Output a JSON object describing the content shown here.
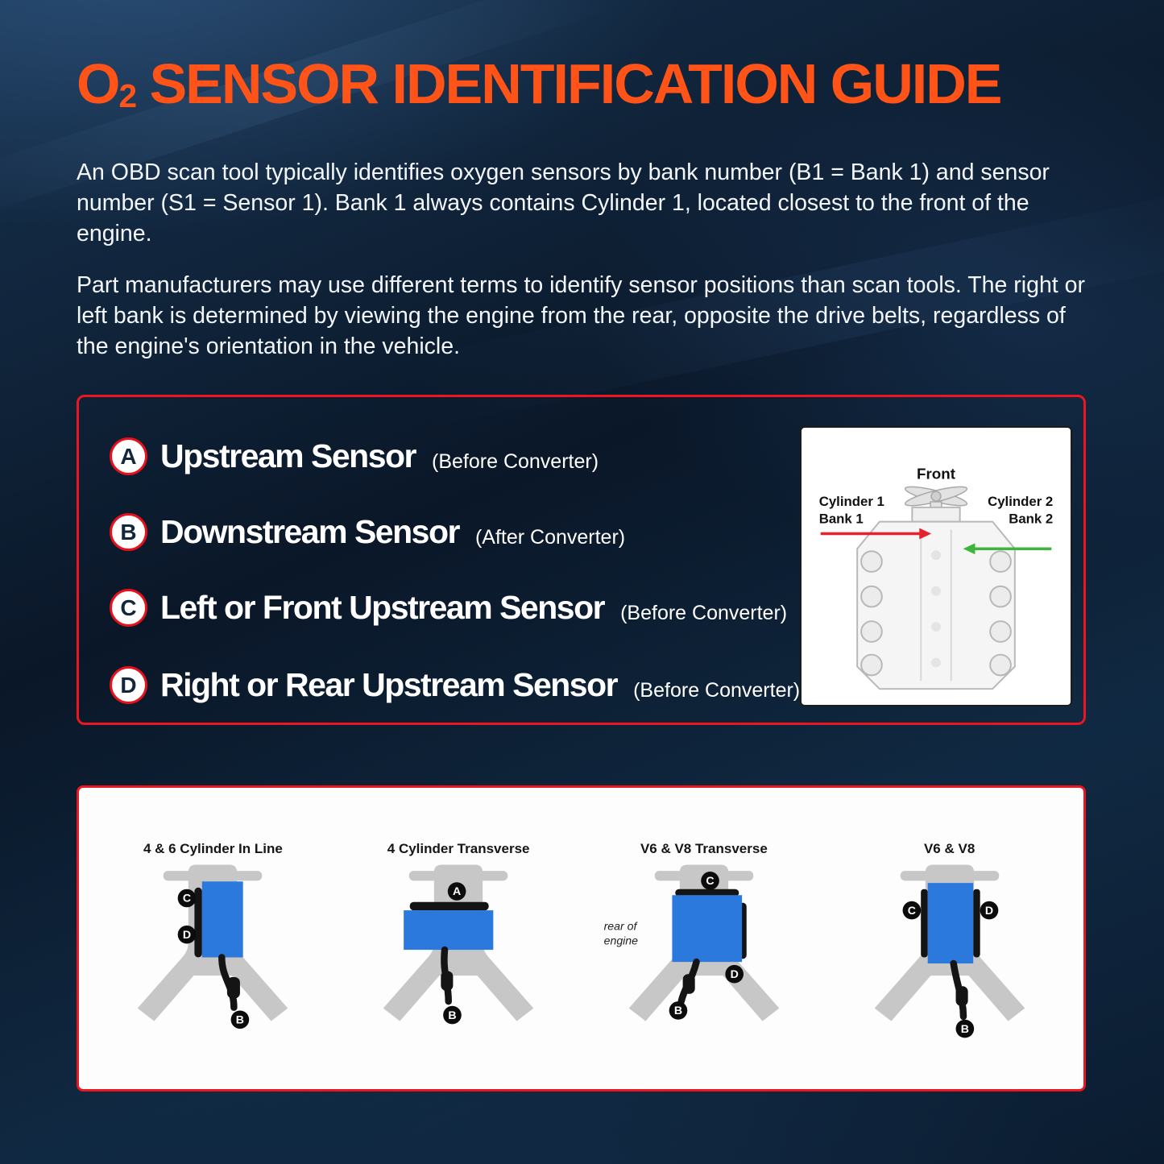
{
  "colors": {
    "accent_orange": "#ff5318",
    "border_red": "#ec1620",
    "badge_ring_red": "#e8101a",
    "engine_blue": "#2b79dd",
    "background_navy": "#0c1a2c",
    "panel_white": "#ffffff",
    "bank1_arrow_red": "#e8212b",
    "bank2_arrow_green": "#3db53d"
  },
  "header": {
    "title_o": "O",
    "title_sub": "2",
    "title_rest": " SENSOR IDENTIFICATION GUIDE"
  },
  "intro": {
    "para1": "An OBD scan tool typically identifies oxygen sensors by bank number (B1 = Bank 1) and sensor number (S1 = Sensor 1). Bank 1 always contains Cylinder 1, located closest to the front of the engine.",
    "para2": "Part manufacturers may use different terms to identify sensor positions than scan tools. The right or left bank is determined by viewing the engine from the rear, opposite the drive belts, regardless of the engine's orientation in the vehicle."
  },
  "legend": {
    "items": [
      {
        "letter": "A",
        "name": "Upstream Sensor",
        "note": "(Before Converter)"
      },
      {
        "letter": "B",
        "name": "Downstream Sensor",
        "note": "(After Converter)"
      },
      {
        "letter": "C",
        "name": "Left or Front Upstream Sensor",
        "note": "(Before Converter)"
      },
      {
        "letter": "D",
        "name": "Right or Rear Upstream Sensor",
        "note": "(Before Converter)"
      }
    ]
  },
  "engine_panel": {
    "front": "Front",
    "cylinder1": "Cylinder 1",
    "bank1": "Bank 1",
    "cylinder2": "Cylinder 2",
    "bank2": "Bank 2"
  },
  "diagrams": [
    {
      "title": "4 & 6 Cylinder In Line",
      "badges": [
        "C",
        "D",
        "B"
      ]
    },
    {
      "title": "4 Cylinder Transverse",
      "badges": [
        "A",
        "B"
      ]
    },
    {
      "title": "V6 & V8 Transverse",
      "badges": [
        "C",
        "D",
        "B"
      ],
      "note_line1": "rear of",
      "note_line2": "engine"
    },
    {
      "title": "V6 & V8",
      "badges": [
        "C",
        "D",
        "B"
      ]
    }
  ]
}
